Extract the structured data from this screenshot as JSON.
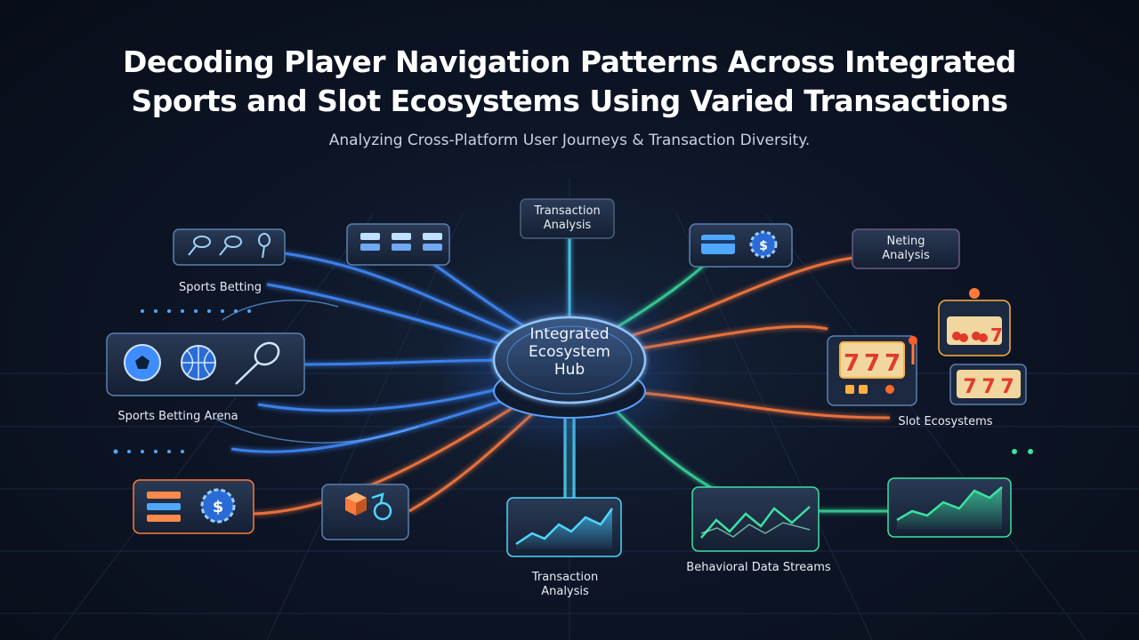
{
  "title_line1": "Decoding Player Navigation Patterns Across Integrated",
  "title_line2": "Sports and Slot Ecosystems Using Varied Transactions",
  "subtitle": "Analyzing Cross-Platform User Journeys & Transaction Diversity.",
  "hub": {
    "line1": "Integrated",
    "line2": "Ecosystem",
    "line3": "Hub"
  },
  "labels": {
    "sports_betting": "Sports Betting",
    "sports_betting_arena": "Sports Betting Arena",
    "transaction_analysis_top_1": "Transaction",
    "transaction_analysis_top_2": "Analysis",
    "neting_analysis_1": "Neting",
    "neting_analysis_2": "Analysis",
    "slot_ecosystems": "Slot Ecosystems",
    "transaction_analysis_bottom_1": "Transaction",
    "transaction_analysis_bottom_2": "Analysis",
    "behavioral_data_streams": "Behavioral Data Streams"
  },
  "slot_symbols": "7",
  "currency_symbol": "$",
  "colors": {
    "blue": "#3f8cff",
    "orange": "#ff7a3c",
    "green": "#3be3a0",
    "cyan": "#4fd6ff"
  }
}
